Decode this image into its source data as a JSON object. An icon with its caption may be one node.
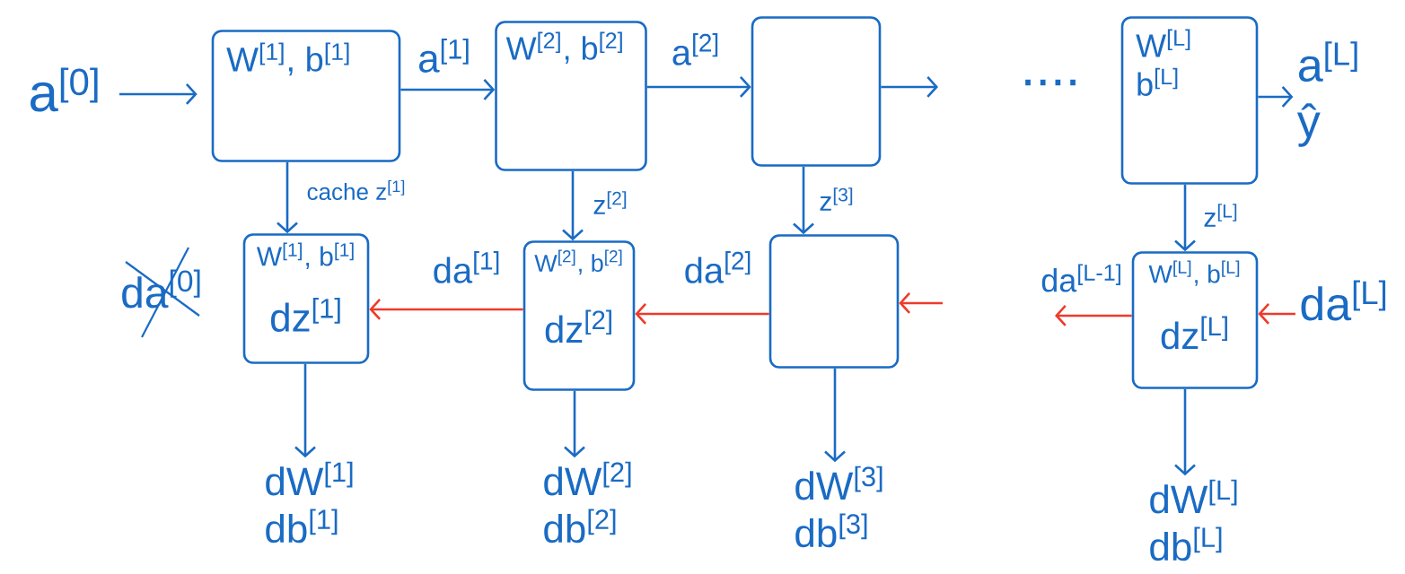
{
  "diagram": {
    "nodes": [
      {
        "text": [
          "a$^{[0]}$"
        ]
      },
      {
        "text": [
          "W$^{[1]}$, b$^{[1]}$"
        ]
      },
      {
        "text": [
          "W$^{[2]}$, b$^{[2]}$"
        ]
      },
      {
        "text": [],
        "shape": "box"
      },
      {
        "text": [
          "W$^{[L]}$ b$^{[L]}$"
        ]
      },
      {
        "text": [
          "a$^{[L]}$",
          "ŷ"
        ]
      },
      {
        "text": [
          "W$^{[1]}$, b$^{[1]}$",
          "dz$^{[1]}$"
        ]
      },
      {
        "text": [
          "W$^{[2]}$, b$^{[2]}$",
          "dz$^{[2]}$"
        ]
      },
      {
        "text": [],
        "shape": "box"
      },
      {
        "text": [
          "W$^{[L]}$, b$^{[L]}$",
          "dz$^{[L]}$"
        ]
      },
      {
        "text": [
          "da$^{[L]}$"
        ]
      },
      {
        "text": [
          "dW$^{[1]}$",
          "db$^{[1]}$"
        ]
      },
      {
        "text": [
          "dW$^{[2]}$",
          "db$^{[2]}$"
        ]
      },
      {
        "text": [
          "dW$^{[3]}$",
          "db$^{[3]}$"
        ]
      },
      {
        "text": [
          "dW$^{[L]}$",
          "db$^{[L]}$"
        ]
      }
    ],
    "edges": [
      {
        "from": 0,
        "to": 1,
        "arrow": "to"
      },
      {
        "from": 1,
        "to": 2,
        "arrow": "to",
        "label": "a$^{[1]}$"
      },
      {
        "from": 2,
        "to": 3,
        "arrow": "to",
        "label": "a$^{[2]}$"
      },
      {
        "from": 3,
        "to": null,
        "arrow": "to"
      },
      {
        "from": 4,
        "to": 5,
        "arrow": "to"
      },
      {
        "from": 1,
        "to": 6,
        "arrow": "to",
        "label": "cache z$^{[1]}$"
      },
      {
        "from": 2,
        "to": 7,
        "arrow": "to",
        "label": "z$^{[2]}$"
      },
      {
        "from": 3,
        "to": 8,
        "arrow": "to",
        "label": "z$^{[3]}$"
      },
      {
        "from": 4,
        "to": 9,
        "arrow": "to",
        "label": "z$^{[L]}$"
      },
      {
        "from": 7,
        "to": 6,
        "arrow": "to",
        "label": "da$^{[1]}$",
        "color": "#ee3b2b"
      },
      {
        "from": 8,
        "to": 7,
        "arrow": "to",
        "label": "da$^{[2]}$",
        "color": "#ee3b2b"
      },
      {
        "from": null,
        "to": 8,
        "arrow": "to",
        "color": "#ee3b2b"
      },
      {
        "from": 10,
        "to": 9,
        "arrow": "to",
        "color": "#ee3b2b"
      },
      {
        "from": 9,
        "to": null,
        "arrow": "to",
        "label": "da$^{[L-1]}$",
        "color": "#ee3b2b"
      },
      {
        "from": 6,
        "to": 11,
        "arrow": "to"
      },
      {
        "from": 7,
        "to": 12,
        "arrow": "to"
      },
      {
        "from": 8,
        "to": 13,
        "arrow": "to"
      },
      {
        "from": 9,
        "to": 14,
        "arrow": "to"
      }
    ],
    "labels": [
      "....",
      "da$^{[0]}$"
    ]
  }
}
